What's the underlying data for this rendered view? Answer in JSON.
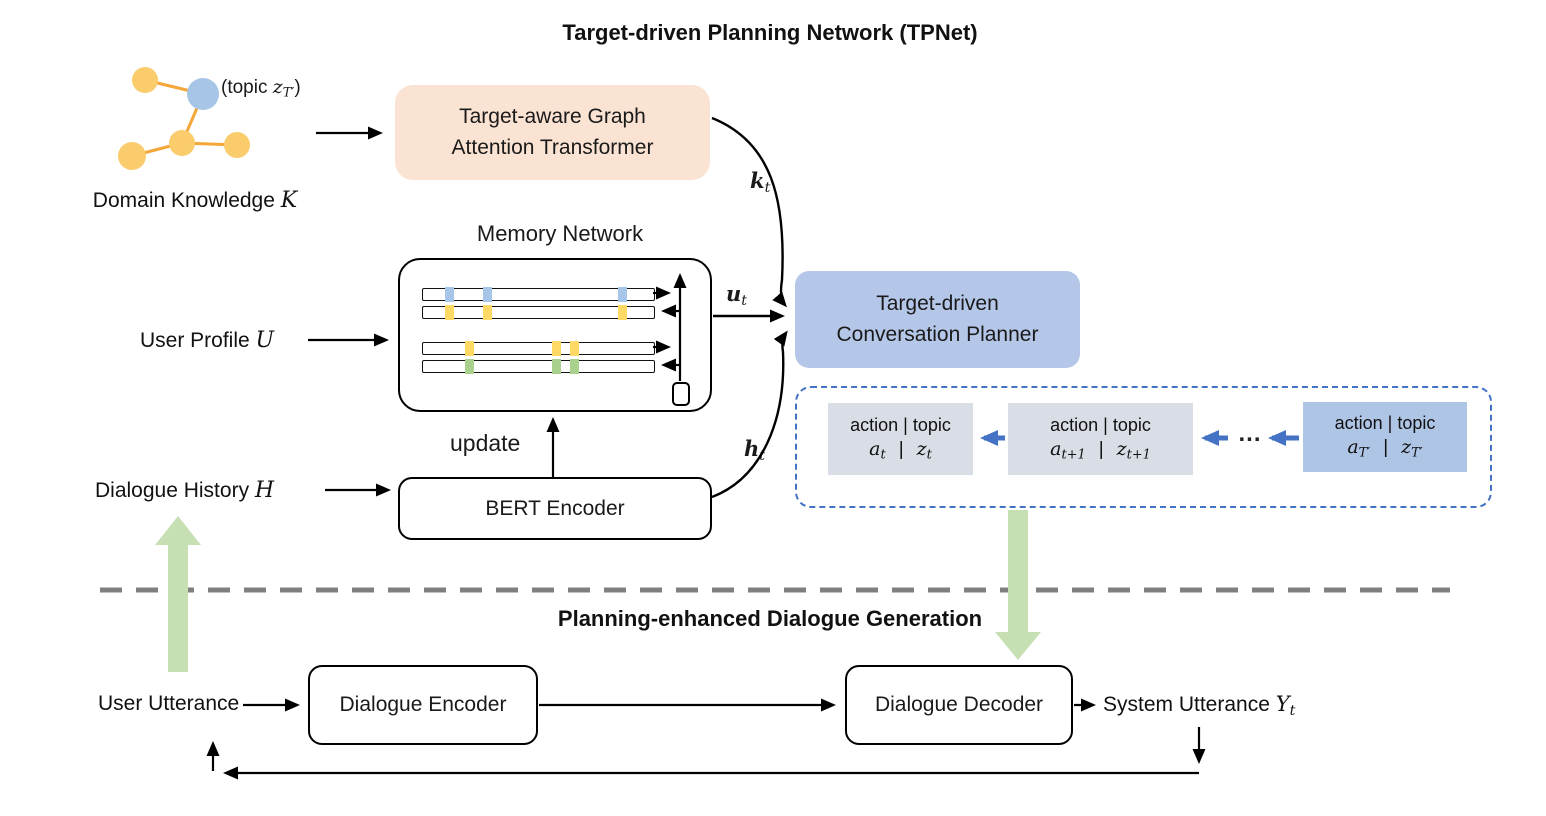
{
  "colors": {
    "node_yellow": "#FBCC6C",
    "node_blue": "#A6C5E7",
    "edge_orange": "#F4A638",
    "gat_fill": "#FBE3D3",
    "planner_fill": "#B5C7E8",
    "plan_gray_fill": "#D9DDE6",
    "plan_blue_fill": "#AFC5E6",
    "plan_border_blue": "#4472C4",
    "green_arrow": "#C6E0B4",
    "seg_yellow": "#FFD966",
    "seg_green": "#A9D18D",
    "seg_blue": "#A6C5E7",
    "divider_gray": "#7F7F7F"
  },
  "tpnet": {
    "title": "Target-driven Planning Network (TPNet)",
    "graph": {
      "topic_prefix": "(topic ",
      "topic_base": "z",
      "topic_sub": "T′",
      "topic_suffix": ")",
      "caption": "Domain Knowledge",
      "caption_symbol": "K"
    },
    "gat_box": {
      "line1": "Target-aware Graph",
      "line2": "Attention Transformer"
    },
    "memory": {
      "title": "Memory Network",
      "update_label": "update"
    },
    "bert_box": {
      "label": "BERT Encoder"
    },
    "planner_box": {
      "line1": "Target-driven",
      "line2": "Conversation Planner"
    },
    "inputs": {
      "user_profile": "User Profile",
      "user_profile_symbol": "U",
      "dialogue_history": "Dialogue History",
      "dialogue_history_symbol": "H"
    },
    "signals": {
      "k": {
        "base": "k",
        "sub": "t"
      },
      "u": {
        "base": "u",
        "sub": "t"
      },
      "h": {
        "base": "h",
        "sub": "t"
      }
    },
    "plan": {
      "ellipsis": "...",
      "boxes": [
        {
          "header": "action | topic",
          "action_base": "a",
          "action_sub": "t",
          "sep": "|",
          "topic_base": "z",
          "topic_sub": "t"
        },
        {
          "header": "action | topic",
          "action_base": "a",
          "action_sub": "t+1",
          "sep": "|",
          "topic_base": "z",
          "topic_sub": "t+1"
        },
        {
          "header": "action | topic",
          "action_base": "a",
          "action_sub": "T′",
          "sep": "|",
          "topic_base": "z",
          "topic_sub": "T′"
        }
      ]
    }
  },
  "generation": {
    "title": "Planning-enhanced Dialogue Generation",
    "user_utterance": "User Utterance",
    "encoder": "Dialogue Encoder",
    "decoder": "Dialogue Decoder",
    "system_utterance": "System Utterance",
    "system_var_base": "Y",
    "system_var_sub": "t"
  }
}
